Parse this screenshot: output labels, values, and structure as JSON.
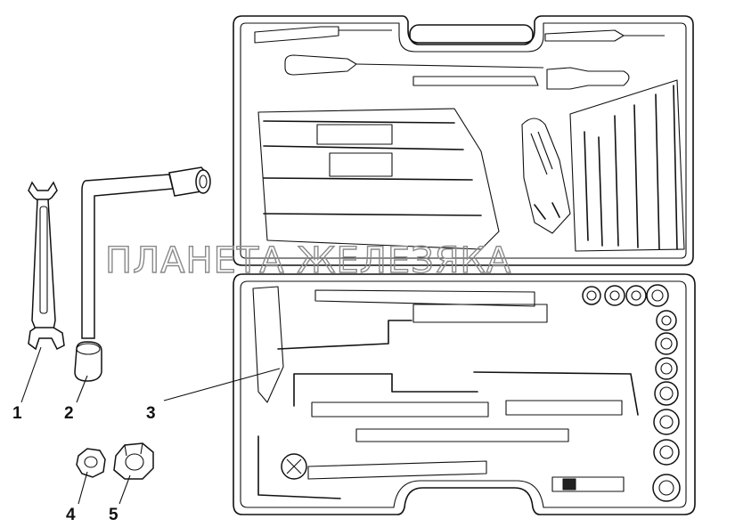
{
  "callouts": [
    "1",
    "2",
    "3",
    "4",
    "5"
  ],
  "watermark": "ПЛАНЕТА ЖЕЛЕЗЯКА",
  "icons": {
    "wrench": "open-end-wrench-icon",
    "socket_wrench": "l-socket-wrench-icon",
    "case": "tool-case-icon",
    "nut": "nut-icon"
  }
}
